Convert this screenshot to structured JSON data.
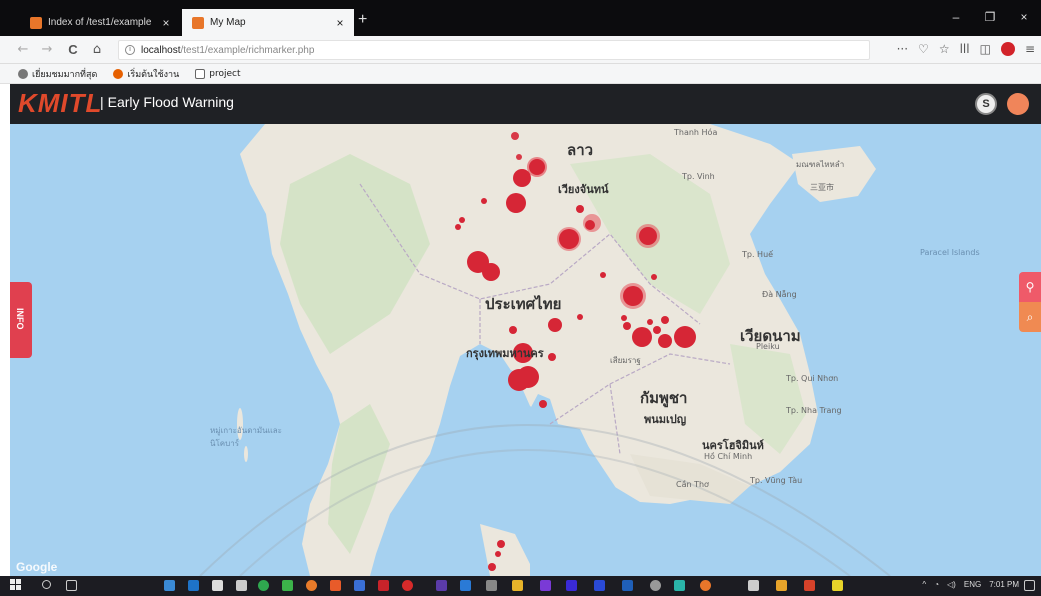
{
  "browser": {
    "tabs": [
      {
        "title": "Index of /test1/example",
        "close": "×"
      },
      {
        "title": "My Map",
        "close": "×"
      }
    ],
    "new_tab": "+",
    "window_controls": {
      "minimize": "–",
      "maximize": "❐",
      "close": "×"
    },
    "nav": {
      "back": "←",
      "forward": "→",
      "reload": "C",
      "home": "⌂"
    },
    "url": {
      "host": "localhost",
      "path": "/test1/example/richmarker.php"
    },
    "toolbar_right": {
      "more": "···",
      "pocket": "♡",
      "star": "☆",
      "library": "lll",
      "sidebar": "◫",
      "menu": "≡"
    },
    "bookmarks": [
      {
        "label": "เยี่ยมชมมากที่สุด",
        "icon": "gear-icon"
      },
      {
        "label": "เริ่มต้นใช้งาน",
        "icon": "firefox-icon"
      },
      {
        "label": "project",
        "icon": "folder-icon"
      }
    ]
  },
  "app": {
    "logo": "KMITL",
    "title_separator": "|",
    "title": "Early Flood Warning",
    "user_initial": "S",
    "info_tab": "INFO",
    "right_tools": {
      "marker": "⚲",
      "search": "⌕"
    }
  },
  "map": {
    "labels": [
      {
        "key": "laos",
        "text": "ลาว"
      },
      {
        "key": "vientiane",
        "text": "เวียงจันทน์"
      },
      {
        "key": "thailand",
        "text": "ประเทศไทย"
      },
      {
        "key": "vietnam",
        "text": "เวียดนาม"
      },
      {
        "key": "bangkok",
        "text": "กรุงเทพมหานคร"
      },
      {
        "key": "cambodia",
        "text": "กัมพูชา"
      },
      {
        "key": "phnompenh",
        "text": "พนมเปญ"
      },
      {
        "key": "hcmc",
        "text": "นครโฮจิมินห์"
      },
      {
        "key": "hcmc_en",
        "text": "Hồ Chí Minh"
      },
      {
        "key": "thanhhoa",
        "text": "Thanh Hóa"
      },
      {
        "key": "vinh",
        "text": "Tp. Vinh"
      },
      {
        "key": "hue",
        "text": "Tp. Huế"
      },
      {
        "key": "danang",
        "text": "Đà Nẵng"
      },
      {
        "key": "pleiku",
        "text": "Pleiku"
      },
      {
        "key": "quinhon",
        "text": "Tp. Qui Nhơn"
      },
      {
        "key": "nhatrang",
        "text": "Tp. Nha Trang"
      },
      {
        "key": "cantho",
        "text": "Cần Thơ"
      },
      {
        "key": "vungtau",
        "text": "Tp. Vũng Tàu"
      },
      {
        "key": "paracel",
        "text": "Paracel Islands"
      },
      {
        "key": "siemreap",
        "text": "เสียมราฐ"
      },
      {
        "key": "hainan",
        "text": "มณฑลไหหลำ"
      },
      {
        "key": "sanya",
        "text": "三亚市"
      },
      {
        "key": "andaman",
        "text": "หมู่เกาะอันดามันและนิโคบาร์"
      }
    ],
    "attribution": "Google"
  },
  "taskbar": {
    "lang": "ENG",
    "time": "7:01 PM"
  }
}
